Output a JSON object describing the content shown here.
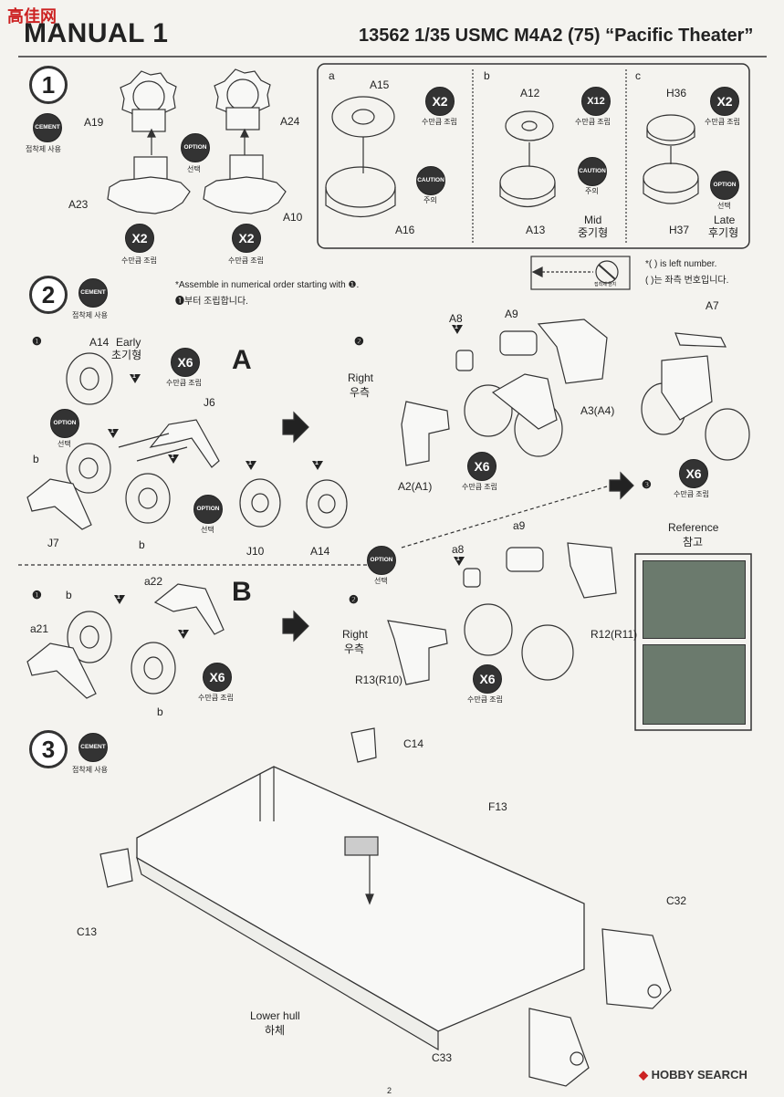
{
  "watermark_top": "高佳网",
  "header": {
    "title": "MANUAL 1",
    "product": "13562 1/35 USMC M4A2 (75) “Pacific Theater”"
  },
  "step1": {
    "number": "1",
    "cement_badge": "CEMENT",
    "cement_kor": "접착제 사용",
    "option_badge": "OPTION",
    "option_kor": "선택",
    "parts": {
      "a19": "A19",
      "a24": "A24",
      "a23": "A23",
      "a10": "A10"
    },
    "qty_left": "X2",
    "qty_left_kor": "수만큼 조립",
    "qty_right": "X2",
    "qty_right_kor": "수만큼 조립"
  },
  "sub_a": {
    "letter": "a",
    "part_top": "A15",
    "part_bottom": "A16",
    "qty": "X2",
    "qty_kor": "수만큼 조립",
    "caution": "CAUTION",
    "caution_kor": "주의"
  },
  "sub_b": {
    "letter": "b",
    "part_top": "A12",
    "part_bottom": "A13",
    "qty": "X12",
    "qty_kor": "수만큼 조립",
    "caution": "CAUTION",
    "caution_kor": "주의",
    "mid_en": "Mid",
    "mid_kor": "중기형"
  },
  "sub_c": {
    "letter": "c",
    "part_top": "H36",
    "part_bottom": "H37",
    "qty": "X2",
    "qty_kor": "수만큼 조립",
    "option": "OPTION",
    "option_kor": "선택",
    "late_en": "Late",
    "late_kor": "후기형"
  },
  "legend": {
    "no_cement": "CEMENT",
    "no_cement_kor": "접착제 금지",
    "left_en": "*(    ) is left number.",
    "left_kor": "(    )는 좌측 번호입니다."
  },
  "step2": {
    "number": "2",
    "cement_badge": "CEMENT",
    "cement_kor": "접착제 사용",
    "note_en": "*Assemble in numerical order starting with ❶.",
    "note_kor": "❶부터 조립합니다.",
    "A": {
      "label": "A",
      "sub1": "❶",
      "a14": "A14",
      "early_en": "Early",
      "early_kor": "초기형",
      "qty": "X6",
      "qty_kor": "수만큼 조립",
      "option": "OPTION",
      "option_kor": "선택",
      "j6": "J6",
      "j7": "J7",
      "j10": "J10",
      "a14b": "A14",
      "b_mark": "b",
      "b_mark2": "b",
      "option2": "OPTION",
      "option2_kor": "선택",
      "tri": "1",
      "sub2": "❷",
      "a8": "A8",
      "a9": "A9",
      "a7": "A7",
      "a3": "A3(A4)",
      "a2": "A2(A1)",
      "right_en": "Right",
      "right_kor": "우측",
      "qty2": "X6",
      "qty2_kor": "수만큼 조립",
      "qty3": "X6",
      "qty3_kor": "수만큼 조립",
      "to_step": "❸"
    },
    "B": {
      "label": "B",
      "sub1": "❶",
      "a22": "a22",
      "a21": "a21",
      "b_mark": "b",
      "b_mark2": "b",
      "qty": "X6",
      "qty_kor": "수만큼 조립",
      "option": "OPTION",
      "option_kor": "선택",
      "sub2": "❷",
      "a8": "a8",
      "a9": "a9",
      "r12": "R12(R11)",
      "r13": "R13(R10)",
      "right_en": "Right",
      "right_kor": "우측",
      "qty2": "X6",
      "qty2_kor": "수만큼 조립",
      "ref_en": "Reference",
      "ref_kor": "참고"
    }
  },
  "step3": {
    "number": "3",
    "cement_badge": "CEMENT",
    "cement_kor": "접착제 사용",
    "c14": "C14",
    "f13": "F13",
    "c13": "C13",
    "c32": "C32",
    "c33": "C33",
    "lower_en": "Lower hull",
    "lower_kor": "하체"
  },
  "footer": {
    "page": "2",
    "watermark": "HOBBY SEARCH"
  }
}
